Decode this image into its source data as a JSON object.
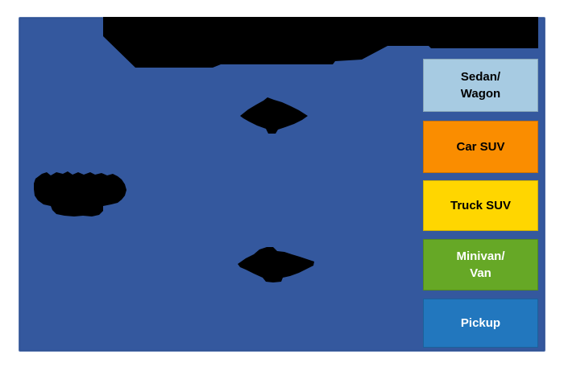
{
  "window": {
    "background": "#ffffff"
  },
  "panel": {
    "color": "#34589E"
  },
  "blobs": {
    "ink": "#000000",
    "description": "illegible solid-black shapes (title band, two callout markers, one left-side label block)"
  },
  "chart_data": {
    "type": "area",
    "title": "",
    "notes": "Chart title, axis label and data callouts are rendered as illegible solid black blobs in the source image; only the legend is legible.",
    "legend_position": "right",
    "categories": [
      "Sedan/Wagon",
      "Car SUV",
      "Truck SUV",
      "Minivan/Van",
      "Pickup"
    ],
    "category_colors": [
      "#A7CBE2",
      "#FA8D00",
      "#FFD600",
      "#66A826",
      "#2277BE"
    ]
  },
  "legend": {
    "items": [
      {
        "label": "Sedan/Wagon",
        "lines": [
          "Sedan/",
          "Wagon"
        ],
        "color": "#A7CBE2",
        "text_color": "#000000"
      },
      {
        "label": "Car SUV",
        "lines": [
          "Car SUV"
        ],
        "color": "#FA8D00",
        "text_color": "#000000"
      },
      {
        "label": "Truck SUV",
        "lines": [
          "Truck SUV"
        ],
        "color": "#FFD600",
        "text_color": "#000000"
      },
      {
        "label": "Minivan/Van",
        "lines": [
          "Minivan/",
          "Van"
        ],
        "color": "#66A826",
        "text_color": "#ffffff"
      },
      {
        "label": "Pickup",
        "lines": [
          "Pickup"
        ],
        "color": "#2277BE",
        "text_color": "#ffffff"
      }
    ]
  }
}
